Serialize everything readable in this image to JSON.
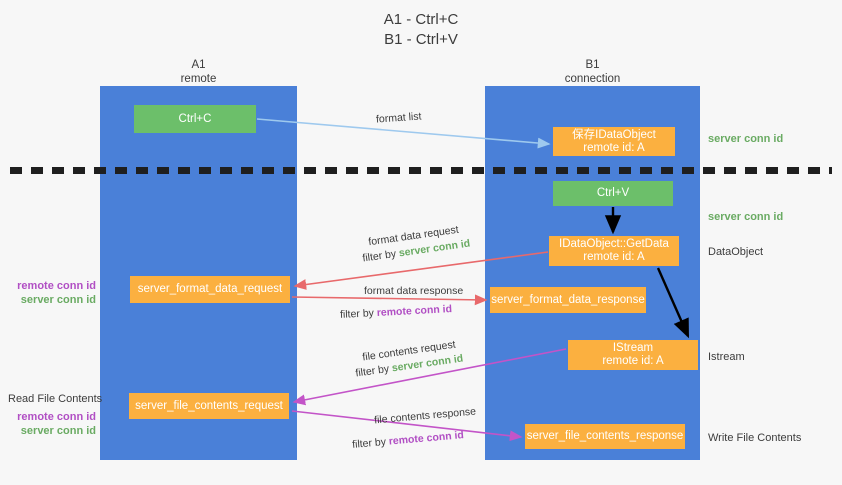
{
  "title": {
    "line1": "A1 - Ctrl+C",
    "line2": "B1 - Ctrl+V"
  },
  "lanes": [
    {
      "id": "a1",
      "name": "A1",
      "role": "remote",
      "color": "#4a80d8"
    },
    {
      "id": "b1",
      "name": "B1",
      "role": "connection",
      "color": "#4a80d8"
    }
  ],
  "boxes": {
    "ctrl_c": "Ctrl+C",
    "save_idataobject_l1": "保存IDataObject",
    "save_idataobject_l2": "remote id: A",
    "ctrl_v": "Ctrl+V",
    "getdata_l1": "IDataObject::GetData",
    "getdata_l2": "remote id: A",
    "format_data_request": "server_format_data_request",
    "format_data_response": "server_format_data_response",
    "istream_l1": "IStream",
    "istream_l2": "remote id: A",
    "file_contents_request": "server_file_contents_request",
    "file_contents_response": "server_file_contents_response"
  },
  "edge_labels": {
    "format_list": "format list",
    "format_data_request": "format data request",
    "filter_by": "filter by",
    "server_conn_id": "server conn id",
    "remote_conn_id": "remote conn id",
    "format_data_response": "format data response",
    "file_contents_request": "file contents request",
    "file_contents_response": "file contents response"
  },
  "annotations": {
    "server_conn_id_top": "server conn id",
    "server_conn_id_mid": "server conn id",
    "dataobject": "DataObject",
    "istream": "Istream",
    "write_file_contents": "Write File Contents",
    "read_file_contents": "Read File Contents",
    "remote_conn_id": "remote conn id",
    "server_conn_id": "server conn id"
  },
  "colors": {
    "lane": "#4a80d8",
    "green_box": "#6cbf6a",
    "orange_box": "#fbb040",
    "green_text": "#6aab63",
    "purple_text": "#b14fc4",
    "red_arrow": "#e8696b",
    "blue_arrow": "#9ec9ee",
    "magenta_arrow": "#c354c8",
    "black_arrow": "#000000",
    "background": "#f7f7f7"
  }
}
